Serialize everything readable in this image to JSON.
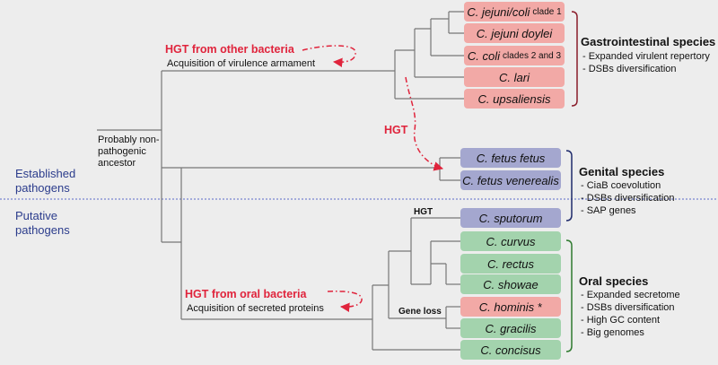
{
  "colors": {
    "gastro_box": "#f2a9a6",
    "genital_box": "#a4a7cf",
    "oral_box": "#a3d3ad",
    "line": "#777777",
    "red": "#e0243c",
    "gastro_bracket": "#8a1c2a",
    "genital_bracket": "#1f2b6b",
    "oral_bracket": "#2f7a2f",
    "divider": "#5a6bc9",
    "side_text": "#2b3c8c"
  },
  "species": [
    {
      "name": "C. jejuni/coli",
      "suffix": "clade 1",
      "group": "gastrointestinal"
    },
    {
      "name": "C. jejuni doylei",
      "suffix": "",
      "group": "gastrointestinal"
    },
    {
      "name": "C. coli",
      "suffix": "clades 2 and 3",
      "group": "gastrointestinal"
    },
    {
      "name": "C. lari",
      "suffix": "",
      "group": "gastrointestinal"
    },
    {
      "name": "C. upsaliensis",
      "suffix": "",
      "group": "gastrointestinal"
    },
    {
      "name": "C. fetus fetus",
      "suffix": "",
      "group": "genital"
    },
    {
      "name": "C. fetus venerealis",
      "suffix": "",
      "group": "genital"
    },
    {
      "name": "C. sputorum",
      "suffix": "",
      "group": "genital"
    },
    {
      "name": "C. curvus",
      "suffix": "",
      "group": "oral"
    },
    {
      "name": "C. rectus",
      "suffix": "",
      "group": "oral"
    },
    {
      "name": "C. showae",
      "suffix": "",
      "group": "oral"
    },
    {
      "name": "C. hominis",
      "suffix": "",
      "group": "gastrointestinal",
      "asterisk": "*"
    },
    {
      "name": "C. gracilis",
      "suffix": "",
      "group": "oral"
    },
    {
      "name": "C. concisus",
      "suffix": "",
      "group": "oral"
    }
  ],
  "groups": {
    "gastrointestinal": {
      "title": "Gastrointestinal species",
      "items": [
        "- Expanded virulent repertory",
        "- DSBs diversification"
      ]
    },
    "genital": {
      "title": "Genital species",
      "items": [
        "- CiaB coevolution",
        "- DSBs diversification",
        "- SAP genes"
      ]
    },
    "oral": {
      "title": "Oral species",
      "items": [
        "- Expanded secretome",
        "- DSBs diversification",
        "- High GC content",
        "- Big genomes"
      ]
    }
  },
  "annotations": {
    "hgt_other_title": "HGT from other bacteria",
    "hgt_other_sub": "Acquisition of virulence armament",
    "hgt_oral_title": "HGT from oral bacteria",
    "hgt_oral_sub": "Acquisition of secreted proteins",
    "hgt_mid": "HGT",
    "hgt_small": "HGT",
    "gene_loss": "Gene loss",
    "ancestor_line1": "Probably non-",
    "ancestor_line2": "pathogenic",
    "ancestor_line3": "ancestor"
  },
  "side_labels": {
    "established_1": "Established",
    "established_2": "pathogens",
    "putative_1": "Putative",
    "putative_2": "pathogens"
  }
}
